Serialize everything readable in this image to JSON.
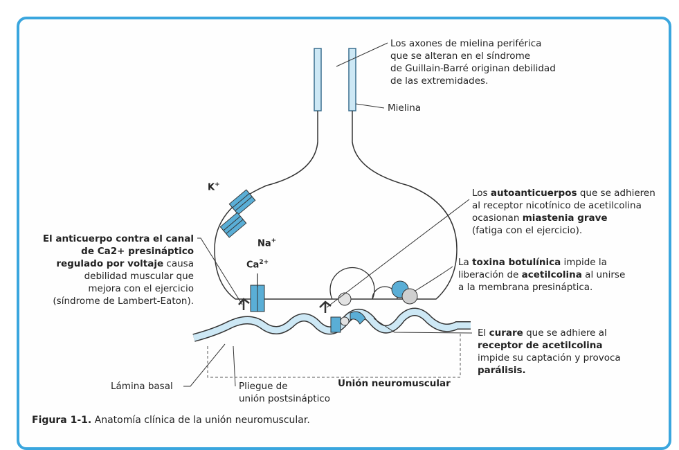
{
  "annotations": {
    "axons": [
      "Los axones de mielina periférica",
      "que se alteran en el síndrome",
      "de Guillain-Barré originan debilidad",
      "de las extremidades."
    ],
    "myelin": "Mielina",
    "autoantibodies": {
      "pre": "Los ",
      "bold1": "autoanticuerpos",
      "mid1": " que se adhieren",
      "line2": "al receptor nicotínico de acetilcolina",
      "pre3": "ocasionan ",
      "bold3": "miastenia grave",
      "line4": "(fatiga con el ejercicio)."
    },
    "botulinum": {
      "pre": "La ",
      "bold1": "toxina botulínica",
      "mid1": " impide la",
      "pre2": "liberación de ",
      "bold2": "acetilcolina",
      "mid2": " al unirse",
      "line3": "a la membrana presináptica."
    },
    "curare": {
      "pre": "El ",
      "bold1": "curare",
      "mid1": " que se adhiere al",
      "bold2": "receptor de acetilcolina",
      "line3": "impide su captación y provoca",
      "bold4": "parálisis."
    },
    "lambert": {
      "bold1": "El anticuerpo contra el canal",
      "bold2": "de Ca2+ presináptico",
      "bold3": "regulado por voltaje",
      "mid3": " causa",
      "line4": "debilidad muscular que",
      "line5": "mejora con el ejercicio",
      "line6": "(síndrome de Lambert-Eaton)."
    },
    "basal_lamina": "Lámina basal",
    "fold": [
      "Pliegue de",
      "unión postsináptico"
    ],
    "junction": "Unión neuromuscular"
  },
  "ions": {
    "k": "K",
    "na": "Na",
    "ca": "Ca",
    "plus": "+",
    "two_plus": "2+"
  },
  "caption": {
    "label": "Figura 1-1.",
    "text": " Anatomía clínica de la unión neuromuscular."
  },
  "colors": {
    "accent": "#3aa6de",
    "channel": "#5aaed6",
    "membrane": "#cde8f5"
  }
}
